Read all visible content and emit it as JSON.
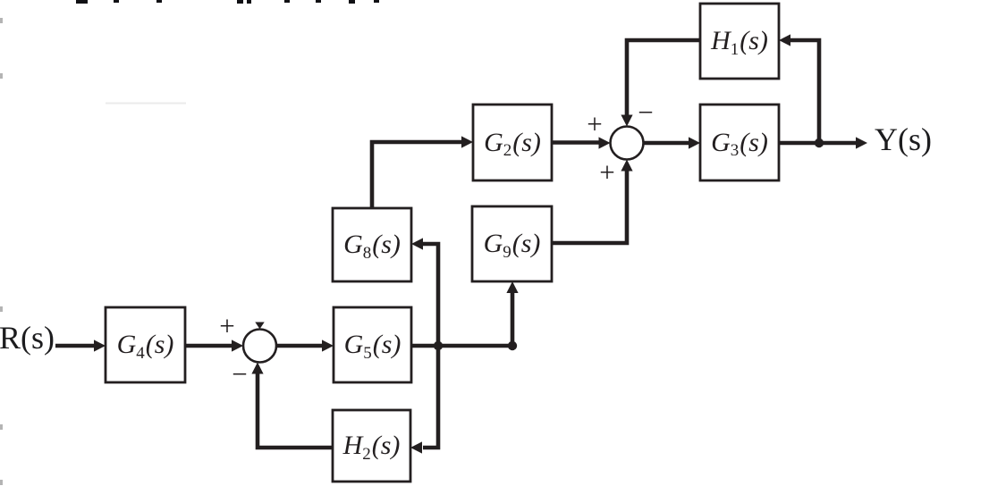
{
  "diagram": {
    "title": "block-diagram",
    "input_label": "R(s)",
    "output_label": "Y(s)",
    "blocks": [
      {
        "id": "G4",
        "main": "G",
        "sub": "4",
        "arg": "(s)"
      },
      {
        "id": "G5",
        "main": "G",
        "sub": "5",
        "arg": "(s)"
      },
      {
        "id": "H2",
        "main": "H",
        "sub": "2",
        "arg": "(s)"
      },
      {
        "id": "G8",
        "main": "G",
        "sub": "8",
        "arg": "(s)"
      },
      {
        "id": "G9",
        "main": "G",
        "sub": "9",
        "arg": "(s)"
      },
      {
        "id": "G2",
        "main": "G",
        "sub": "2",
        "arg": "(s)"
      },
      {
        "id": "G3",
        "main": "G",
        "sub": "3",
        "arg": "(s)"
      },
      {
        "id": "H1",
        "main": "H",
        "sub": "1",
        "arg": "(s)"
      }
    ],
    "summing_junctions": [
      {
        "id": "sum1",
        "signs": {
          "left": "+",
          "bottom": "−"
        }
      },
      {
        "id": "sum2",
        "signs": {
          "left": "+",
          "top": "−",
          "bottom": "+"
        }
      }
    ],
    "colors": {
      "ink": "#231f20",
      "background": "#ffffff",
      "edge_tick": "#b4b4b4",
      "ghost_line": "#ebebeb"
    }
  }
}
